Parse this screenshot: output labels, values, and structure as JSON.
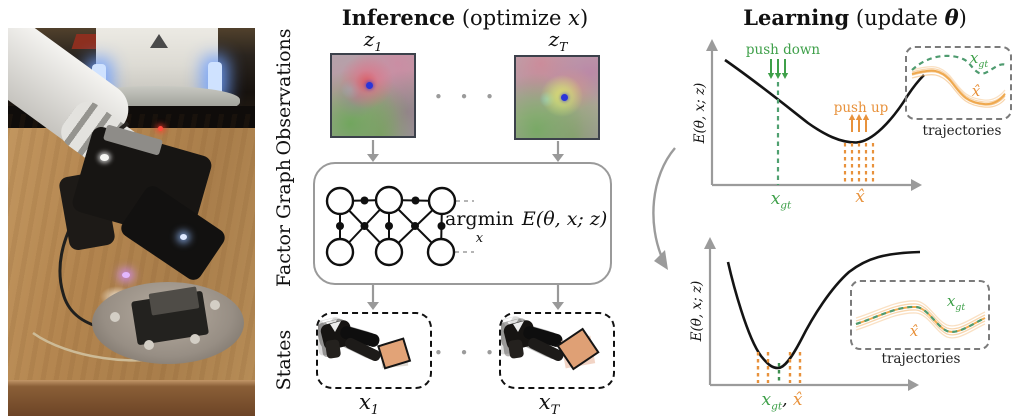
{
  "colors": {
    "green": "#3FA04A",
    "orange": "#E8923C",
    "axis_gray": "#9B9B9B",
    "curve_black": "#141414"
  },
  "inference": {
    "title": {
      "bold": "Inference",
      "pre": "(optimize ",
      "var": "x",
      "post": ")"
    },
    "rows": {
      "observations": "Observations",
      "factor_graph": "Factor Graph",
      "states": "States"
    },
    "obs": {
      "z1": {
        "base": "z",
        "sub": "1"
      },
      "zT": {
        "base": "z",
        "sub": "T"
      },
      "dots": "• • •"
    },
    "graph": {
      "argmin": "argmin",
      "argmin_sub": "x",
      "energy": "E(θ, x; z)"
    },
    "states": {
      "x1": {
        "base": "x",
        "sub": "1"
      },
      "xT": {
        "base": "x",
        "sub": "T"
      },
      "dots": "• • •"
    }
  },
  "learning": {
    "title": {
      "bold": "Learning",
      "pre": "(update ",
      "var": "θ",
      "post": ")"
    },
    "top": {
      "ylabel": "E(θ, x; z)",
      "push_down": "push down",
      "push_up": "push up",
      "xgt": {
        "base": "x",
        "sub": "gt"
      },
      "xhat": "x̂",
      "traj": {
        "label": "trajectories",
        "xgt": {
          "base": "x",
          "sub": "gt"
        },
        "xhat": "x̂"
      }
    },
    "bottom": {
      "ylabel": "E(θ, x; z)",
      "xticks": {
        "xgt": {
          "base": "x",
          "sub": "gt"
        },
        "comma": ", ",
        "xhat": "x̂"
      },
      "traj": {
        "label": "trajectories",
        "xgt": {
          "base": "x",
          "sub": "gt"
        },
        "xhat": "x̂"
      }
    }
  },
  "chart_data": [
    {
      "type": "line",
      "name": "energy-before-learning",
      "ylabel": "E(θ, x; z)",
      "x_tick_labels": [
        "x_gt",
        "x̂"
      ],
      "series": [
        {
          "name": "energy-curve",
          "description": "smooth energy curve descending from upper left to a minimum at x̂, then rising toward the right"
        }
      ],
      "annotations": [
        "push down (green arrows at x_gt)",
        "push up (orange arrows at x̂)",
        "trajectories inset: green dashed x_gt vs orange bundle x̂"
      ]
    },
    {
      "type": "line",
      "name": "energy-after-learning",
      "ylabel": "E(θ, x; z)",
      "x_tick_labels": [
        "x_gt, x̂"
      ],
      "series": [
        {
          "name": "energy-curve",
          "description": "deep narrow valley with its minimum at x_gt = x̂, flattening toward the upper right"
        }
      ],
      "annotations": [
        "trajectories inset: orange bundle x̂ aligned with green dashed x_gt"
      ]
    }
  ]
}
